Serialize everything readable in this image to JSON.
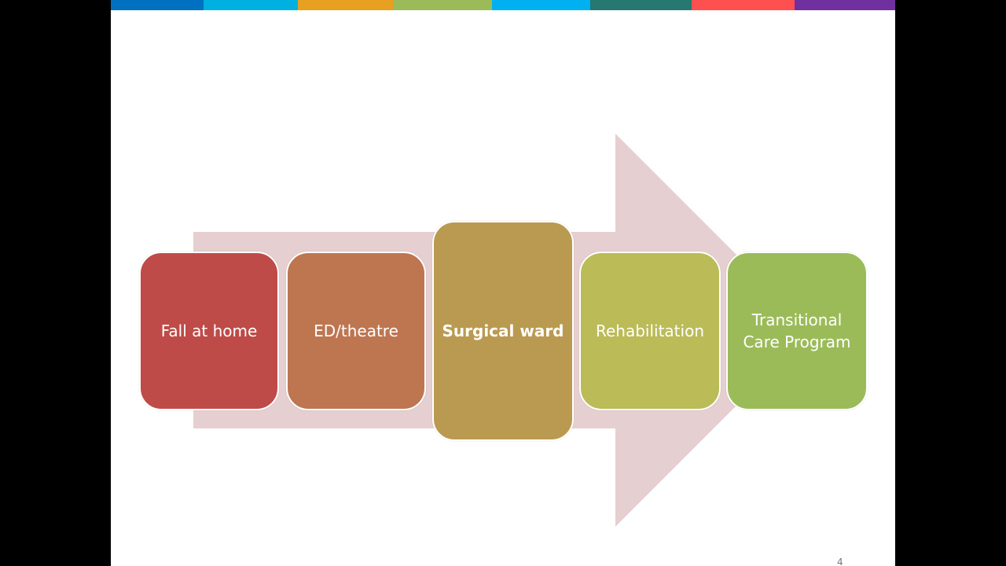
{
  "slide": {
    "page_number": "4",
    "top_bar_colors": [
      "#0070C0",
      "#00B0E0",
      "#E8A020",
      "#9BBB59",
      "#00B0F0",
      "#267870",
      "#FF5050",
      "#7030A0"
    ],
    "arrow_color": "#E6CFD0",
    "steps": [
      {
        "label": "Fall at home",
        "color": "#BE4B48",
        "emphasis": false
      },
      {
        "label": "ED/theatre",
        "color": "#BE7650",
        "emphasis": false
      },
      {
        "label": "Surgical ward",
        "color": "#BA9A50",
        "emphasis": true
      },
      {
        "label": "Rehabilitation",
        "color": "#BBBB58",
        "emphasis": false
      },
      {
        "label": "Transitional Care Program",
        "line1": "Transitional",
        "line2": "Care Program",
        "color": "#9BBB59",
        "emphasis": false
      }
    ]
  }
}
